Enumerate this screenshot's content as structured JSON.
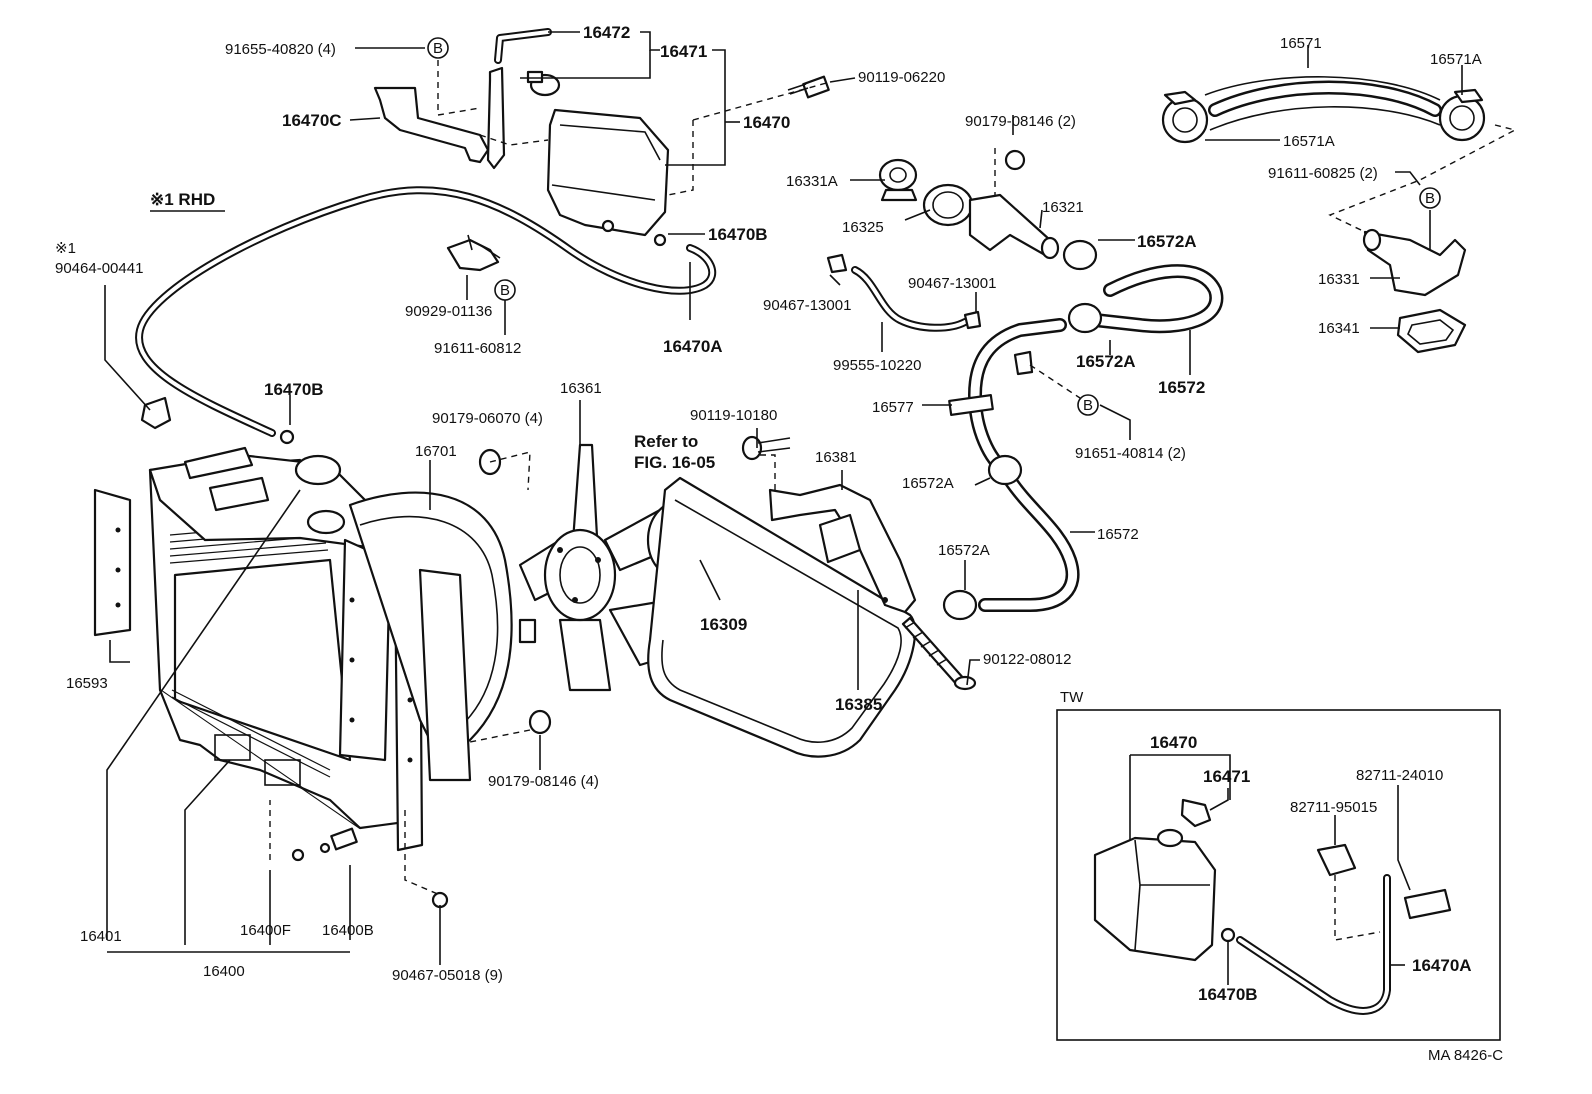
{
  "labels": {
    "l_91655_40820": "91655-40820 (4)",
    "l_16472": "16472",
    "l_16471": "16471",
    "l_90119_06220": "90119-06220",
    "l_16470C": "16470C",
    "l_16470": "16470",
    "l_rhd": "※1 RHD",
    "l_note1": "※1",
    "l_90464_00441": "90464-00441",
    "l_16470B_top": "16470B",
    "l_90929_01136": "90929-01136",
    "l_91611_60812": "91611-60812",
    "l_16470A_top": "16470A",
    "l_16470B_left": "16470B",
    "l_16701": "16701",
    "l_90179_06070": "90179-06070 (4)",
    "l_16361": "16361",
    "l_90119_10180": "90119-10180",
    "l_refer": "Refer to",
    "l_fig": "FIG. 16-05",
    "l_16381": "16381",
    "l_16309": "16309",
    "l_16385": "16385",
    "l_16593": "16593",
    "l_90179_08146_4": "90179-08146 (4)",
    "l_16401": "16401",
    "l_16400F": "16400F",
    "l_16400B": "16400B",
    "l_16400": "16400",
    "l_90467_05018": "90467-05018 (9)",
    "l_90179_08146_2": "90179-08146 (2)",
    "l_16331A": "16331A",
    "l_16321": "16321",
    "l_16325": "16325",
    "l_16572A_1": "16572A",
    "l_90467_13001_a": "90467-13001",
    "l_90467_13001_b": "90467-13001",
    "l_99555_10220": "99555-10220",
    "l_16572A_2": "16572A",
    "l_16572_1": "16572",
    "l_16577": "16577",
    "l_91651_40814": "91651-40814 (2)",
    "l_16572A_3": "16572A",
    "l_16572_2": "16572",
    "l_16572A_4": "16572A",
    "l_90122_08012": "90122-08012",
    "l_16571": "16571",
    "l_16571A_1": "16571A",
    "l_16571A_2": "16571A",
    "l_91611_60825": "91611-60825 (2)",
    "l_16331": "16331",
    "l_16341": "16341",
    "l_tw": "TW",
    "l_tw_16470": "16470",
    "l_tw_16471": "16471",
    "l_82711_24010": "82711-24010",
    "l_82711_95015": "82711-95015",
    "l_tw_16470A": "16470A",
    "l_tw_16470B": "16470B",
    "l_ma": "MA 8426-C"
  },
  "ref_marks": {
    "b": "B"
  }
}
